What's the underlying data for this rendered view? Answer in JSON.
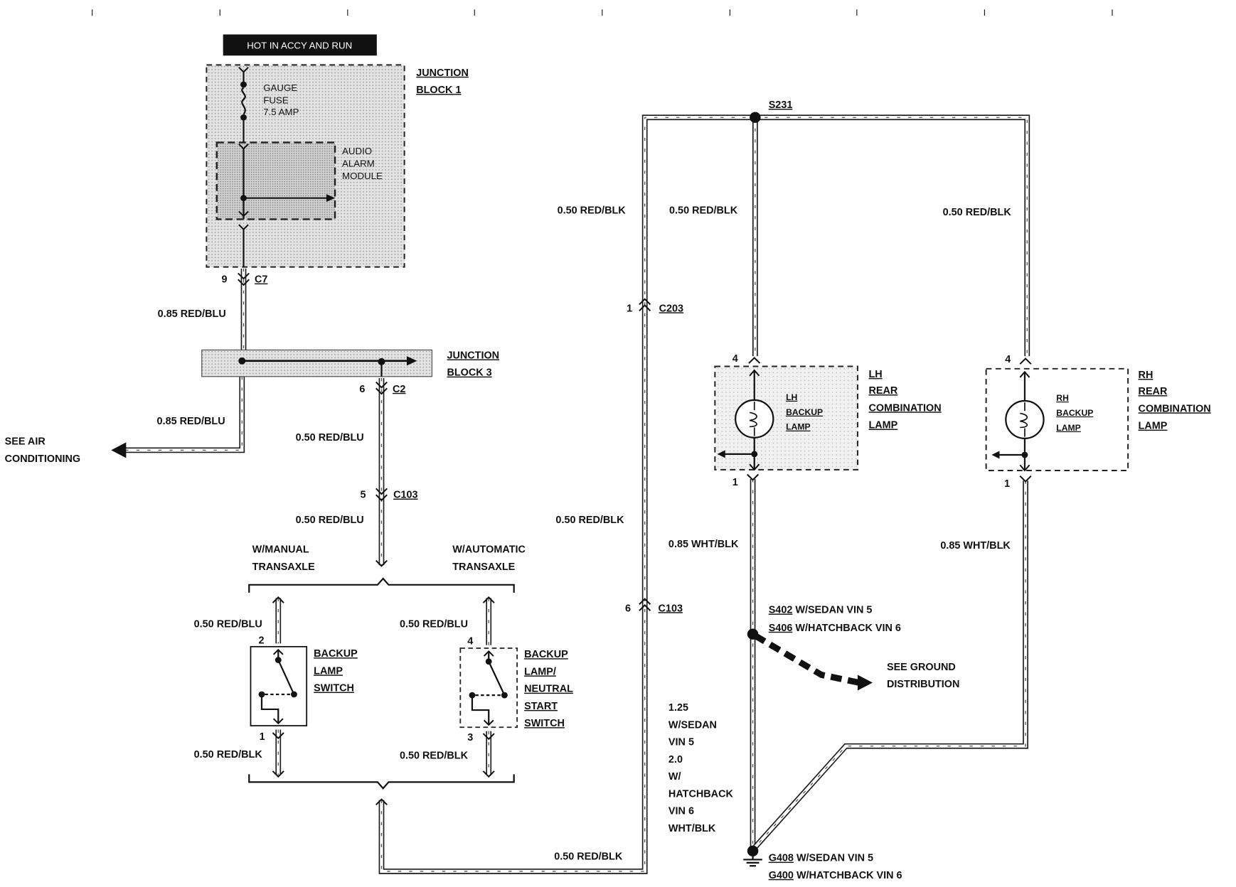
{
  "power_label": "HOT IN ACCY AND RUN",
  "junction_block_1": {
    "lines": [
      "JUNCTION",
      "BLOCK 1"
    ]
  },
  "fuse": {
    "lines": [
      "GAUGE",
      "FUSE",
      "7.5 AMP"
    ]
  },
  "audio_alarm_module": {
    "lines": [
      "AUDIO",
      "ALARM",
      "MODULE"
    ]
  },
  "junction_block_3": {
    "lines": [
      "JUNCTION",
      "BLOCK 3"
    ]
  },
  "connectors": {
    "c7": {
      "pin": "9",
      "name": "C7"
    },
    "c2": {
      "pin": "6",
      "name": "C2"
    },
    "c103_left": {
      "pin": "5",
      "name": "C103"
    },
    "c203": {
      "pin": "1",
      "name": "C203"
    },
    "c103_right": {
      "pin": "6",
      "name": "C103"
    }
  },
  "see_air_conditioning": {
    "lines": [
      "SEE AIR",
      "CONDITIONING"
    ]
  },
  "manual_transaxle": {
    "lines": [
      "W/MANUAL",
      "TRANSAXLE"
    ]
  },
  "automatic_transaxle": {
    "lines": [
      "W/AUTOMATIC",
      "TRANSAXLE"
    ]
  },
  "backup_lamp_switch": {
    "lines": [
      "BACKUP",
      "LAMP",
      "SWITCH"
    ],
    "pin_top": "2",
    "pin_bottom": "1"
  },
  "backup_neutral_start_switch": {
    "lines": [
      "BACKUP",
      "LAMP/",
      "NEUTRAL",
      "START",
      "SWITCH"
    ],
    "pin_top": "4",
    "pin_bottom": "3"
  },
  "wire_labels": [
    "0.85 RED/BLU",
    "0.85 RED/BLU",
    "0.50 RED/BLU",
    "0.50 RED/BLU",
    "0.50 RED/BLU",
    "0.50 RED/BLK",
    "0.50 RED/BLU",
    "0.50 RED/BLK",
    "0.50 RED/BLK",
    "0.50 RED/BLK",
    "0.50 RED/BLK",
    "0.50 RED/BLK",
    "0.50 RED/BLK",
    "0.85 WHT/BLK",
    "0.85 WHT/BLK"
  ],
  "ground_wire_label": [
    "1.25",
    "W/SEDAN",
    "VIN 5",
    "2.0",
    "W/",
    "HATCHBACK",
    "VIN 6",
    "WHT/BLK"
  ],
  "splices": {
    "s231": "S231",
    "s402": {
      "id": "S402",
      "note": " W/SEDAN VIN 5"
    },
    "s406": {
      "id": "S406",
      "note": " W/HATCHBACK VIN 6"
    }
  },
  "lh_lamp": {
    "bulb_lines": [
      "LH",
      "BACKUP",
      "LAMP"
    ],
    "assembly_lines": [
      "LH",
      "REAR",
      "COMBINATION",
      "LAMP"
    ],
    "pin_top": "4",
    "pin_bottom": "1"
  },
  "rh_lamp": {
    "bulb_lines": [
      "RH",
      "BACKUP",
      "LAMP"
    ],
    "assembly_lines": [
      "RH",
      "REAR",
      "COMBINATION",
      "LAMP"
    ],
    "pin_top": "4",
    "pin_bottom": "1"
  },
  "see_ground_distribution": {
    "lines": [
      "SEE GROUND",
      "DISTRIBUTION"
    ]
  },
  "grounds": {
    "g408": {
      "id": "G408",
      "note": " W/SEDAN VIN 5"
    },
    "g400": {
      "id": "G400",
      "note": " W/HATCHBACK VIN 6"
    }
  }
}
